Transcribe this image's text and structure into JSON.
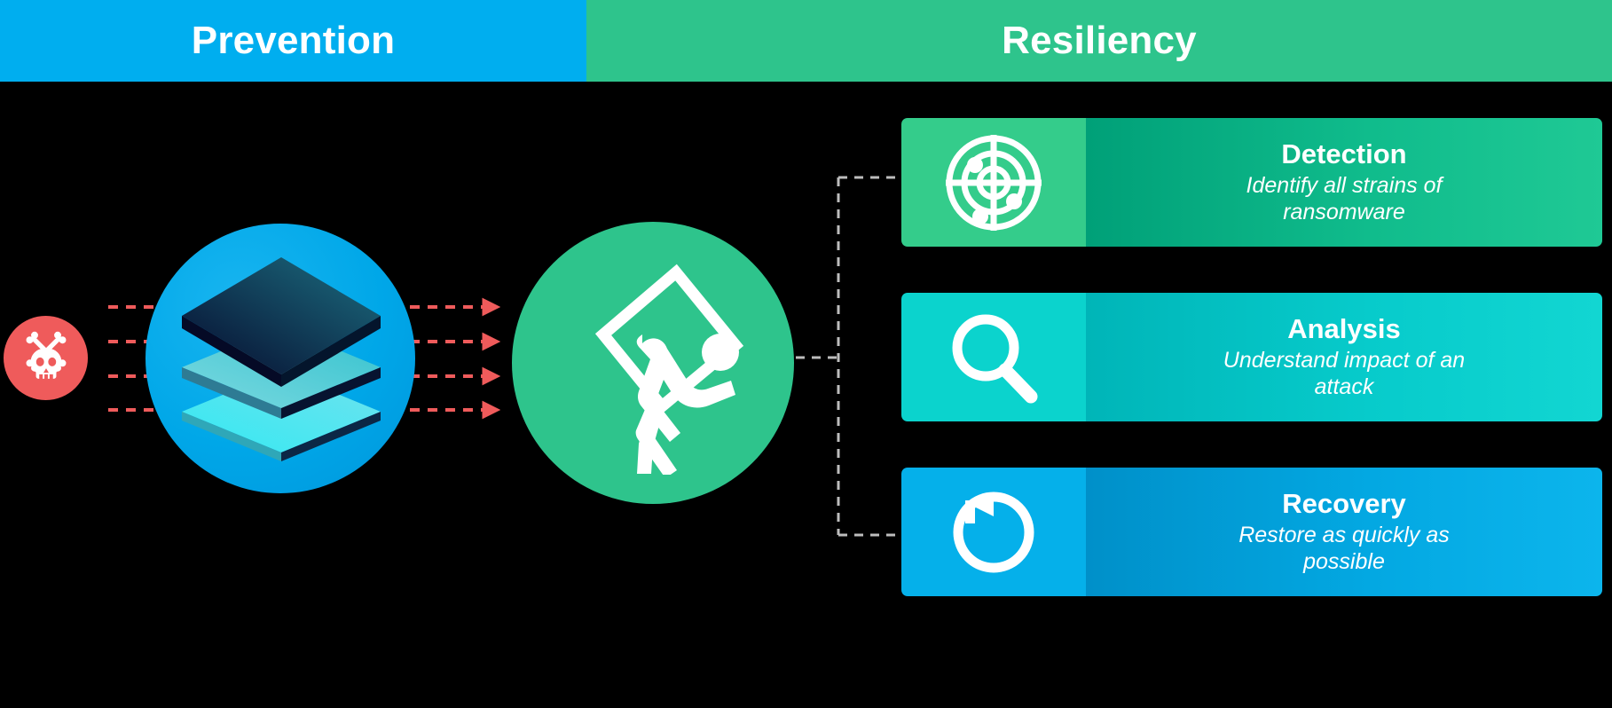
{
  "header": {
    "left": {
      "label": "Prevention",
      "color": "#00AEEF"
    },
    "right": {
      "label": "Resiliency",
      "color": "#2EC48C"
    }
  },
  "threat": {
    "icon": "skull-crossbones-icon",
    "color": "#EF5B5B"
  },
  "arrows": {
    "icon": "attack-arrow-icon",
    "count": 4,
    "color": "#EF5B5B",
    "style": "dashed"
  },
  "prevention": {
    "icon": "layers-stack-icon",
    "circle_color": "#00A7E8"
  },
  "resiliency": {
    "icon": "worker-carrying-panel-icon",
    "circle_color": "#2EC48C"
  },
  "connector": {
    "icon": "bracket-connector-icon",
    "color": "#BDBDBD",
    "style": "dashed"
  },
  "pillars": [
    {
      "id": "detection",
      "title": "Detection",
      "description": "Identify all strains of ransomware",
      "description_lines": [
        "Identify all strains of",
        "ransomware"
      ],
      "icon": "radar-target-icon",
      "icon_bg": "#34CC8B",
      "text_bg": "#10BC8C"
    },
    {
      "id": "analysis",
      "title": "Analysis",
      "description": "Understand impact of an attack",
      "description_lines": [
        "Understand impact of",
        "an attack"
      ],
      "icon": "magnifying-glass-icon",
      "icon_bg": "#0BD3CD",
      "text_bg": "#07CBCB"
    },
    {
      "id": "recovery",
      "title": "Recovery",
      "description": "Restore as quickly as possible",
      "description_lines": [
        "Restore as quickly",
        "as possible"
      ],
      "icon": "restore-rotate-icon",
      "icon_bg": "#05B0EA",
      "text_bg": "#03A8E2"
    }
  ]
}
